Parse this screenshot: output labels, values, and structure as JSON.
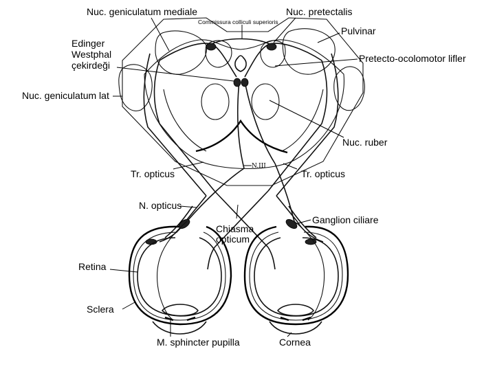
{
  "labels": {
    "nuc_geniculatum_mediale": "Nuc. geniculatum mediale",
    "commissura": "Commissura colliculi superioris",
    "nuc_pretectalis": "Nuc. pretectalis",
    "pulvinar": "Pulvinar",
    "edinger_1": "Edinger",
    "edinger_2": "Westphal",
    "edinger_3": "çekirdeği",
    "pretecto_ocolomotor": "Pretecto-ocolomotor lifler",
    "nuc_geniculatum_lat": "Nuc. geniculatum lat",
    "nuc_ruber": "Nuc. ruber",
    "n_iii": "N.III",
    "tr_opticus_left": "Tr. opticus",
    "tr_opticus_right": "Tr. opticus",
    "n_opticus": "N. opticus",
    "ganglion_ciliare": "Ganglion ciliare",
    "chiasma_1": "Chiasma",
    "chiasma_2": "opticum",
    "retina": "Retina",
    "sclera": "Sclera",
    "m_sphincter": "M. sphincter pupilla",
    "cornea": "Cornea"
  },
  "colors": {
    "line": "#000000",
    "background": "#ffffff"
  }
}
